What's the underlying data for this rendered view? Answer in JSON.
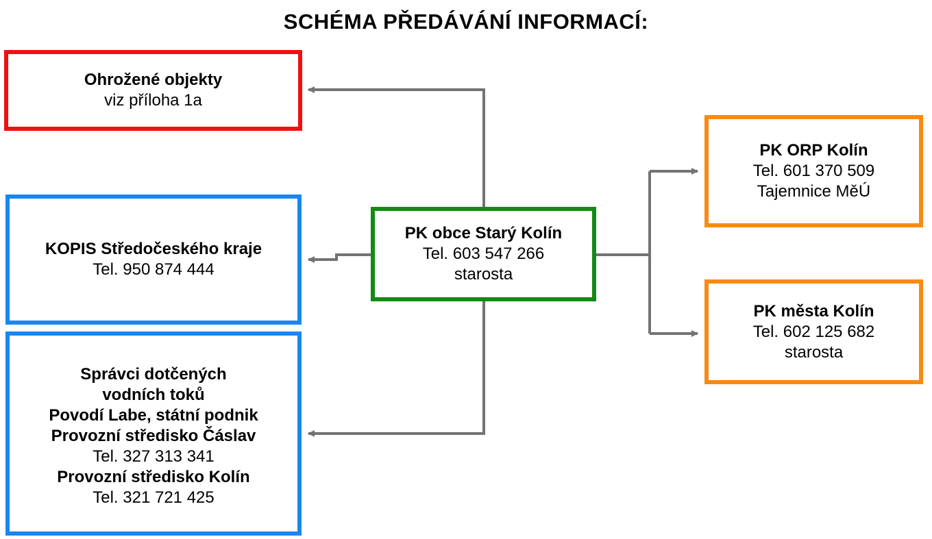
{
  "title": "SCHÉMA PŘEDÁVÁNÍ INFORMACÍ:",
  "colors": {
    "red": "#f01010",
    "blue": "#1a86f0",
    "green": "#138a13",
    "orange": "#f98a12",
    "connector": "#737373"
  },
  "nodes": {
    "threatened": {
      "lines": [
        {
          "text": "Ohrožené objekty",
          "bold": true
        },
        {
          "text": "viz příloha 1a",
          "bold": false
        }
      ]
    },
    "kopis": {
      "lines": [
        {
          "text": "KOPIS Středočeského kraje",
          "bold": true
        },
        {
          "text": "Tel. 950 874 444",
          "bold": false
        }
      ]
    },
    "water": {
      "lines": [
        {
          "text": "Správci dotčených",
          "bold": true
        },
        {
          "text": "vodních toků",
          "bold": true
        },
        {
          "text": "Povodí Labe, státní podnik",
          "bold": true
        },
        {
          "text": "Provozní středisko Čáslav",
          "bold": true
        },
        {
          "text": "Tel. 327 313 341",
          "bold": false
        },
        {
          "text": "Provozní středisko Kolín",
          "bold": true
        },
        {
          "text": "Tel. 321 721 425",
          "bold": false
        }
      ]
    },
    "center": {
      "lines": [
        {
          "text": "PK obce Starý Kolín",
          "bold": true
        },
        {
          "text": "Tel. 603 547 266",
          "bold": false
        },
        {
          "text": "starosta",
          "bold": false
        }
      ]
    },
    "orp": {
      "lines": [
        {
          "text": "PK ORP Kolín",
          "bold": true
        },
        {
          "text": "Tel. 601 370 509",
          "bold": false
        },
        {
          "text": "Tajemnice MěÚ",
          "bold": false
        }
      ]
    },
    "city": {
      "lines": [
        {
          "text": "PK města Kolín",
          "bold": true
        },
        {
          "text": "Tel. 602 125 682",
          "bold": false
        },
        {
          "text": "starosta",
          "bold": false
        }
      ]
    }
  },
  "edges": [
    {
      "from": "center",
      "to": "threatened"
    },
    {
      "from": "center",
      "to": "kopis"
    },
    {
      "from": "center",
      "to": "water"
    },
    {
      "from": "center",
      "to": "orp"
    },
    {
      "from": "center",
      "to": "city"
    }
  ]
}
